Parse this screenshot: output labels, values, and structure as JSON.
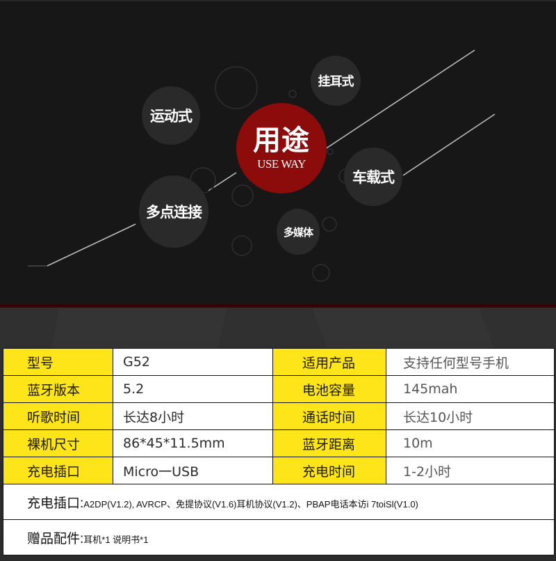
{
  "banner": {
    "center": {
      "cn": "用途",
      "en": "USE WAY"
    },
    "bubbles": [
      {
        "id": "hanging-ear",
        "label": "挂耳式"
      },
      {
        "id": "sport",
        "label": "运动式"
      },
      {
        "id": "car",
        "label": "车载式"
      },
      {
        "id": "multipoint",
        "label": "多点连接"
      },
      {
        "id": "multimedia",
        "label": "多媒体"
      }
    ],
    "colors": {
      "background": "#171717",
      "center": "#8c0c0c",
      "bubble": "#2a2a2a",
      "accent_line": "#3d0000"
    }
  },
  "spec_table": {
    "colors": {
      "label_bg": "#fde51a",
      "value_bg": "#ffffff",
      "border": "#111111"
    },
    "rows": [
      {
        "label_left": "型号",
        "value_left": "G52",
        "label_right": "适用产品",
        "value_right": "支持任何型号手机"
      },
      {
        "label_left": "蓝牙版本",
        "value_left": "5.2",
        "label_right": "电池容量",
        "value_right": "145mah"
      },
      {
        "label_left": "听歌时间",
        "value_left": "长达8小时",
        "label_right": "通话时间",
        "value_right": "长达10小时"
      },
      {
        "label_left": "裸机尺寸",
        "value_left": "86*45*11.5mm",
        "label_right": "蓝牙距离",
        "value_right": "10m"
      },
      {
        "label_left": "充电插口",
        "value_left": "Micro一USB",
        "label_right": "充电时间",
        "value_right": "1-2小时"
      }
    ],
    "full_rows": [
      {
        "key": "充电插口:",
        "value": "A2DP(V1.2), AVRCP、免提协议(V1.6)耳机协议(V1.2)、PBAP电话本访i 7toiSl(V1.0)"
      },
      {
        "key": "赠品配件:",
        "value": "耳机*1 说明书*1"
      }
    ]
  }
}
